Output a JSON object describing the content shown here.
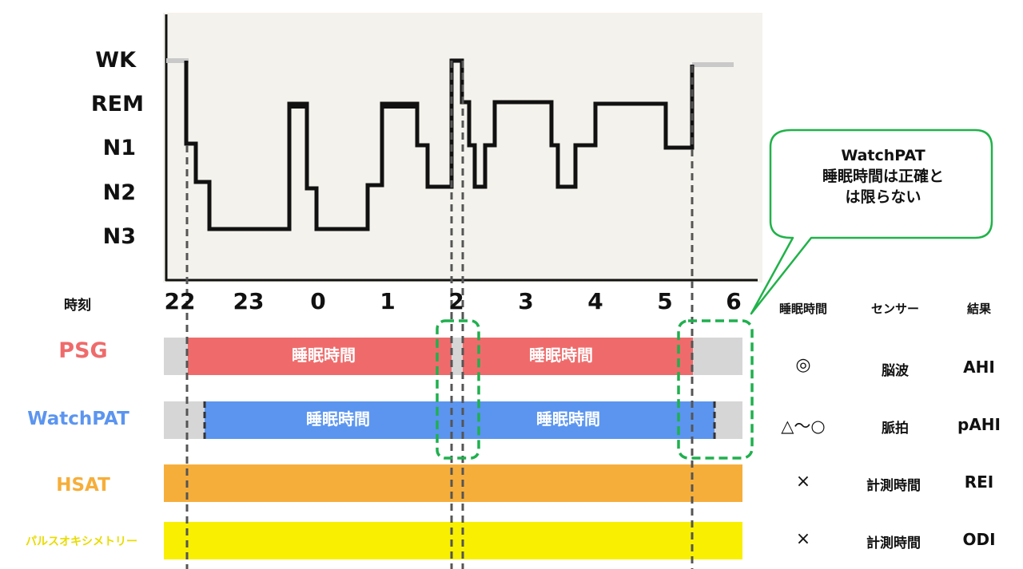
{
  "stages": [
    "WK",
    "REM",
    "N1",
    "N2",
    "N3"
  ],
  "time_header": "時刻",
  "hours": [
    "22",
    "23",
    "0",
    "1",
    "2",
    "3",
    "4",
    "5",
    "6"
  ],
  "rows": {
    "psg": {
      "label": "PSG",
      "bar_label_1": "睡眠時間",
      "bar_label_2": "睡眠時間",
      "color": "#ef6b6b"
    },
    "watchpat": {
      "label": "WatchPAT",
      "bar_label_1": "睡眠時間",
      "bar_label_2": "睡眠時間",
      "color": "#5b95ef"
    },
    "hsat": {
      "label": "HSAT",
      "color": "#f6ae3a"
    },
    "pulseox": {
      "label": "パルスオキシメトリー",
      "color": "#f8f000"
    }
  },
  "table": {
    "headers": {
      "sleep_time": "睡眠時間",
      "sensor": "センサー",
      "result": "結果"
    },
    "psg": {
      "sleep_time": "◎",
      "sensor": "脳波",
      "result": "AHI"
    },
    "watchpat": {
      "sleep_time": "△〜○",
      "sensor": "脈拍",
      "result": "pAHI"
    },
    "hsat": {
      "sleep_time": "×",
      "sensor": "計測時間",
      "result": "REI"
    },
    "pulseox": {
      "sleep_time": "×",
      "sensor": "計測時間",
      "result": "ODI"
    }
  },
  "callout": {
    "line1": "WatchPAT",
    "line2": "睡眠時間は正確と",
    "line3": "は限らない"
  },
  "colors": {
    "gray_awake": "#d6d6d6",
    "green_dashed": "#1fb04e",
    "green_callout": "#21b24a"
  }
}
